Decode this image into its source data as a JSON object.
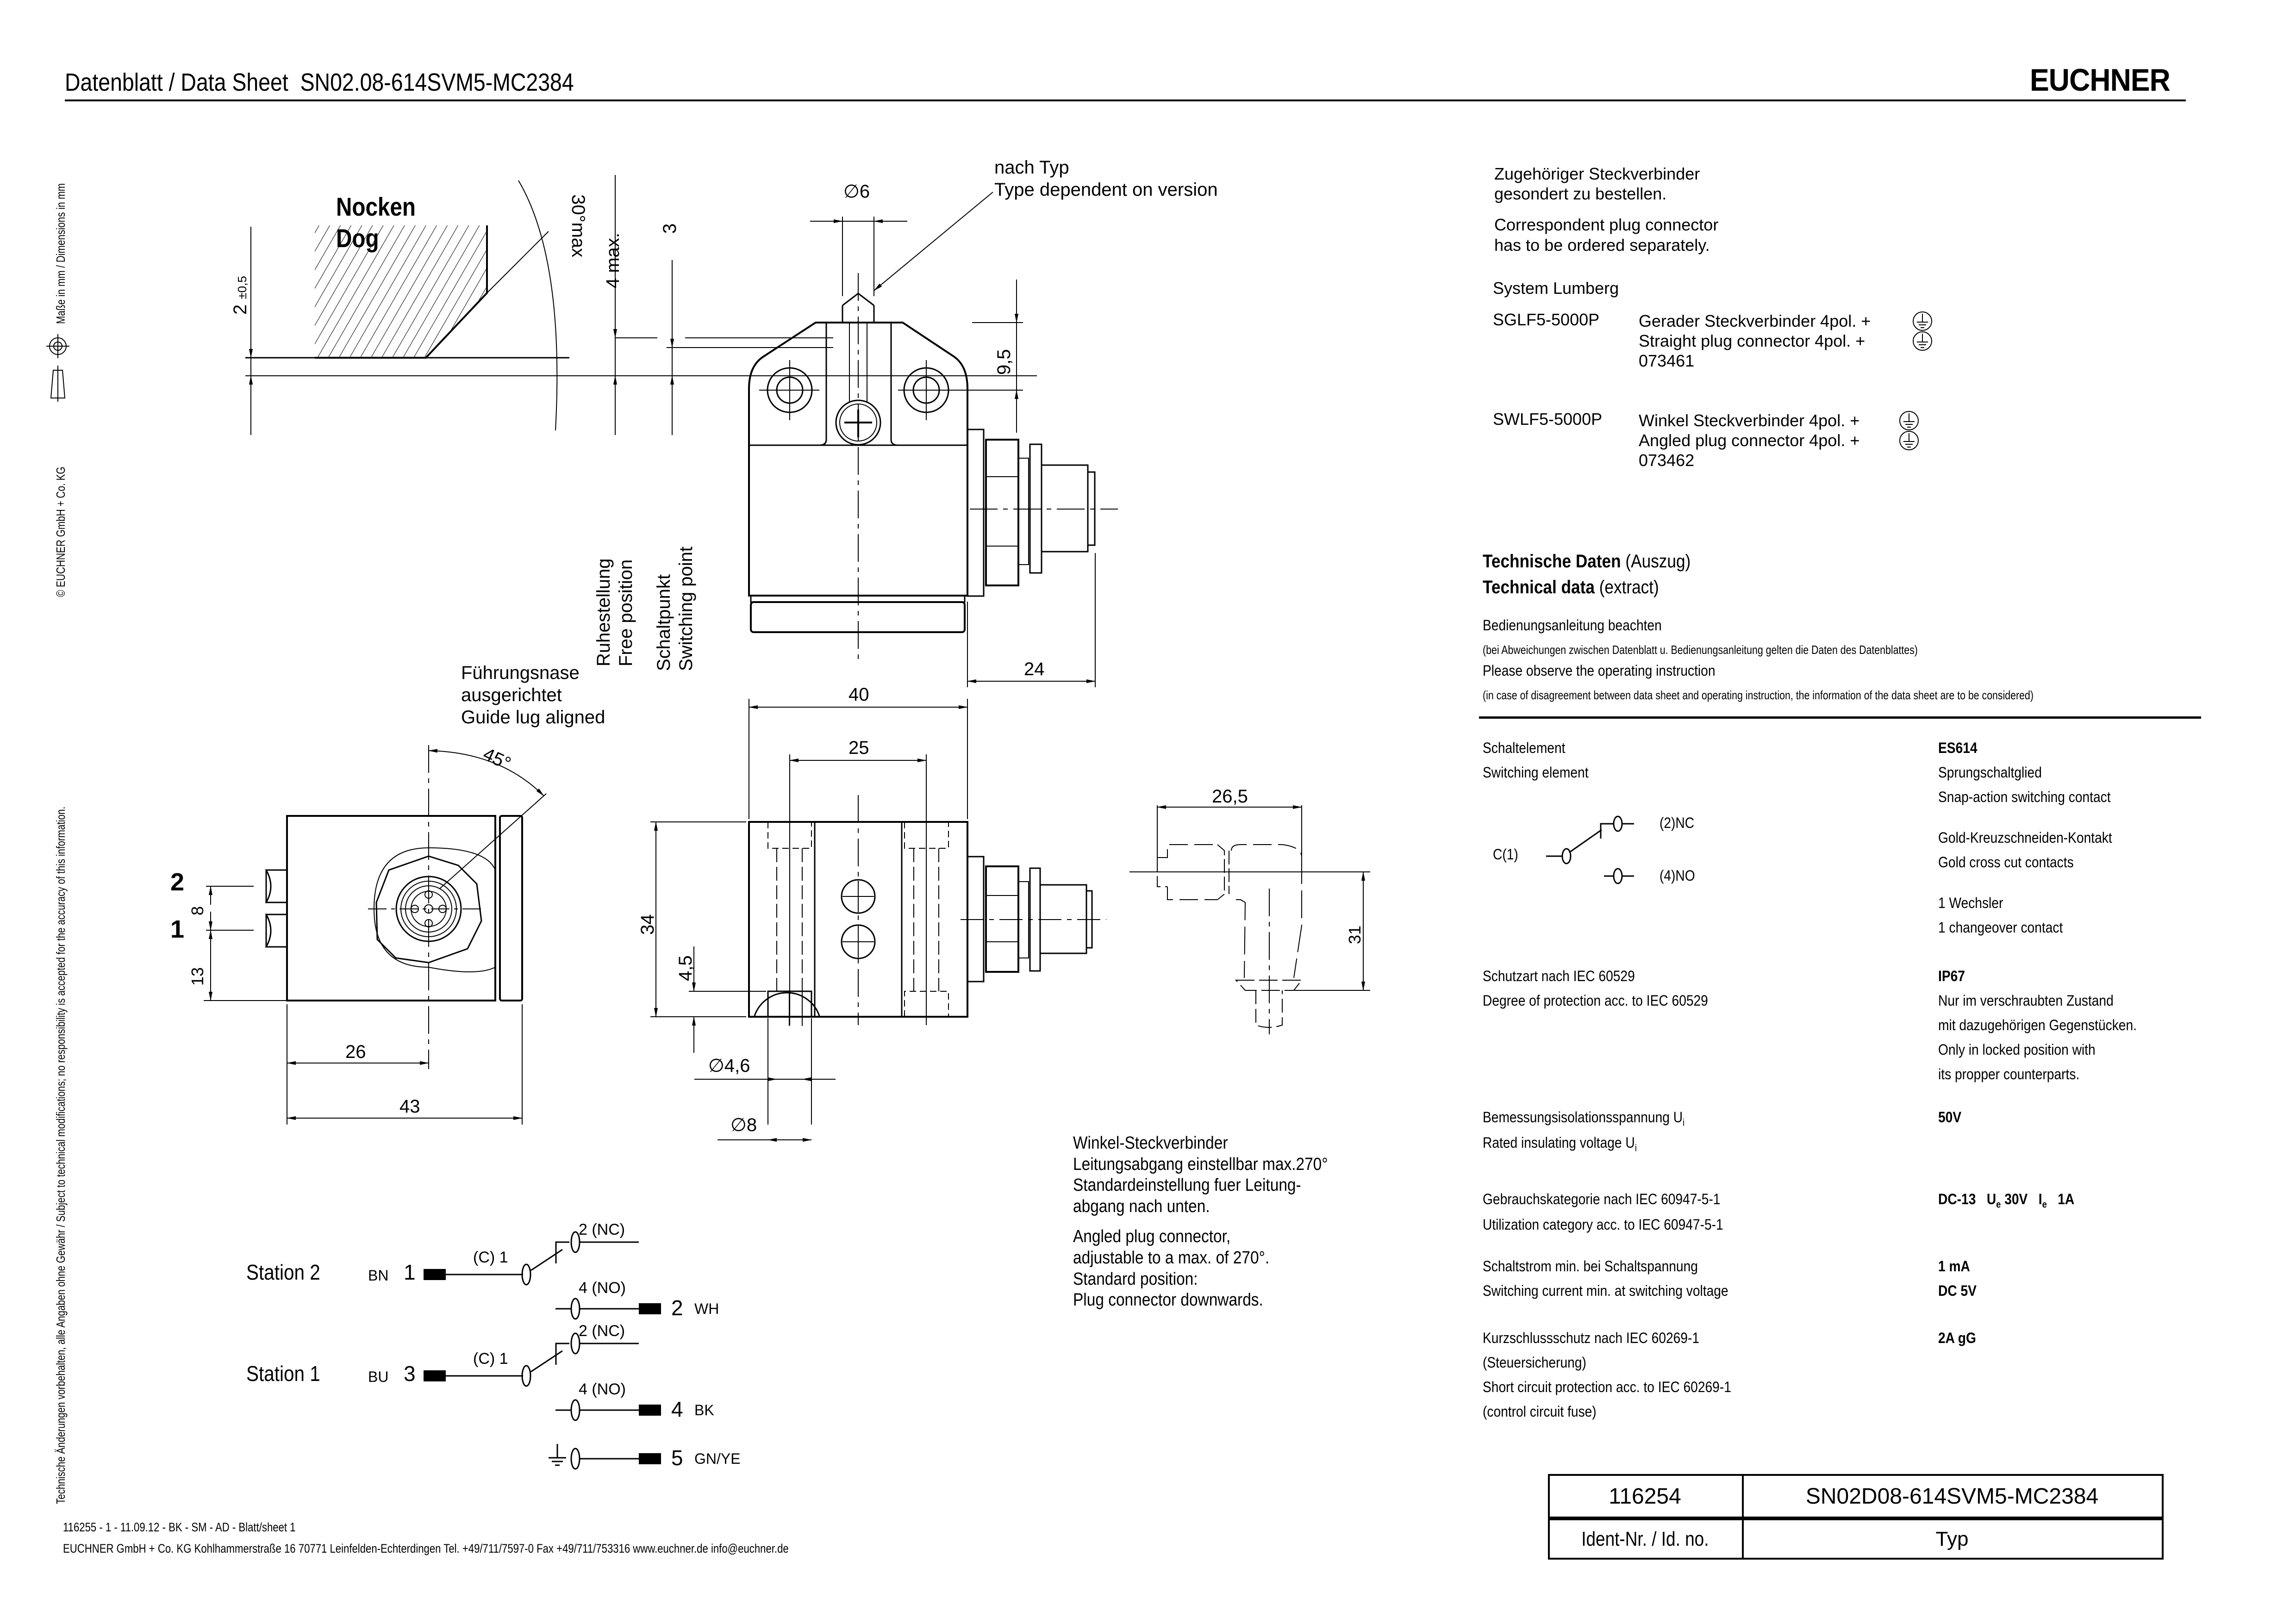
{
  "header": {
    "title_prefix": "Datenblatt / Data Sheet",
    "title_product": "SN02.08-614SVM5-MC2384",
    "logo": "EUCHNER"
  },
  "side_text": {
    "dimensions": "Maße in mm / Dimensions in mm",
    "copyright": "© EUCHNER GmbH + Co. KG",
    "disclaimer": "Technische Änderungen vorbehalten, alle Angaben ohne Gewähr / Subject to technical modifications;    no responsibility is accepted for the accuracy of this information.",
    "projection_icon": "first-angle-projection-icon"
  },
  "drawing": {
    "dog_label_de": "Nocken",
    "dog_label_en": "Dog",
    "dim_2": "2",
    "dim_2_tol": "±0,5",
    "angle_30": "30°max",
    "dim_4max": "4 max.",
    "dim_3": "3",
    "free_position_de": "Ruhestellung",
    "free_position_en": "Free position",
    "switching_point_de": "Schaltpunkt",
    "switching_point_en": "Switching point",
    "dia_6": "∅6",
    "type_note_de": "nach Typ",
    "type_note_en": "Type dependent on version",
    "dim_9_5": "9,5",
    "dim_24": "24",
    "guide_lug_1": "Führungsnase",
    "guide_lug_2": "ausgerichtet",
    "guide_lug_3": "Guide lug aligned",
    "angle_45": "45°",
    "station_label_2": "2",
    "station_label_1": "1",
    "dim_8": "8",
    "dim_13": "13",
    "dim_26": "26",
    "dim_43": "43",
    "dim_40": "40",
    "dim_25": "25",
    "dim_34": "34",
    "dim_4_5": "4,5",
    "dia_4_6": "∅4,6",
    "dia_8": "∅8",
    "dim_26_5": "26,5",
    "dim_31": "31",
    "angled_note_de": [
      "Winkel-Steckverbinder",
      "Leitungsabgang einstellbar max.270°",
      "Standardeinstellung fuer Leitung-",
      "abgang nach unten."
    ],
    "angled_note_en": [
      "Angled plug connector,",
      "adjustable to a max. of 270°.",
      "Standard position:",
      "Plug connector downwards."
    ]
  },
  "wiring": {
    "station2": {
      "label": "Station 2",
      "color": "BN",
      "pin": "1",
      "common": "(C) 1",
      "nc": "2 (NC)",
      "no": "4 (NO)",
      "out_pin": "2",
      "out_color": "WH"
    },
    "station1": {
      "label": "Station 1",
      "color": "BU",
      "pin": "3",
      "common": "(C) 1",
      "nc": "2 (NC)",
      "no": "4 (NO)",
      "out_pin": "4",
      "out_color": "BK"
    },
    "ground": {
      "pin": "5",
      "color": "GN/YE"
    }
  },
  "connector_info": {
    "note_de": [
      "Zugehöriger Steckverbinder",
      "gesondert zu bestellen."
    ],
    "note_en": [
      "Correspondent plug connector",
      "has to be ordered separately."
    ],
    "system": "System Lumberg",
    "items": [
      {
        "code": "SGLF5-5000P",
        "de": "Gerader Steckverbinder  4pol. +",
        "en": "Straight plug connector   4pol. +",
        "number": "073461"
      },
      {
        "code": "SWLF5-5000P",
        "de": "Winkel Steckverbinder  4pol. +",
        "en": "Angled plug connector  4pol. +",
        "number": "073462"
      }
    ]
  },
  "technical": {
    "heading_de_bold": "Technische Daten",
    "heading_de": " (Auszug)",
    "heading_en_bold": "Technical data",
    "heading_en": " (extract)",
    "instr_de": "Bedienungsanleitung beachten",
    "instr_de_note": "(bei Abweichungen zwischen Datenblatt  u. Bedienungsanleitung gelten die Daten des Datenblattes)",
    "instr_en": "Please observe the operating instruction",
    "instr_en_note": "(in case of disagreement between data sheet and operating instruction, the information of the data sheet are to be considered)",
    "switching_element": {
      "label_de": "Schaltelement",
      "label_en": "Switching element",
      "value": "ES614",
      "v1": "Sprungschaltglied",
      "v2": "Snap-action switching contact",
      "v3": "Gold-Kreuzschneiden-Kontakt",
      "v4": "Gold cross cut contacts",
      "v5": "1 Wechsler",
      "v6": "1 changeover contact",
      "sym_c": "C(1)",
      "sym_nc": "(2)NC",
      "sym_no": "(4)NO"
    },
    "protection": {
      "label_de": "Schutzart nach IEC 60529",
      "label_en": "Degree of protection acc. to IEC 60529",
      "value": "IP67",
      "v1": "Nur im verschraubten Zustand",
      "v2": "mit dazugehörigen Gegenstücken.",
      "v3": "Only in locked position with",
      "v4": "its propper counterparts."
    },
    "insulation": {
      "label_de": "Bemessungsisolationsspannung U",
      "label_en": "Rated insulating voltage U",
      "sub": "i",
      "value": "50V"
    },
    "utilization": {
      "label_de": "Gebrauchskategorie nach IEC 60947-5-1",
      "label_en": "Utilization category acc. to IEC 60947-5-1",
      "value_cat": "DC-13",
      "ue": "U",
      "ue_sub": "e",
      "ue_val": "30V",
      "ie": "I",
      "ie_sub": "e",
      "ie_val": "1A"
    },
    "switching_current": {
      "label_de": "Schaltstrom min. bei Schaltspannung",
      "label_en": "Switching current min. at switching voltage",
      "value1": "1 mA",
      "value2": "DC 5V"
    },
    "short_circuit": {
      "label_de": "Kurzschlussschutz nach IEC 60269-1",
      "label_de2": "(Steuersicherung)",
      "label_en": "Short circuit protection acc. to IEC 60269-1",
      "label_en2": "(control circuit fuse)",
      "value": "2A gG"
    }
  },
  "title_block": {
    "ident_no": "116254",
    "type": "SN02D08-614SVM5-MC2384",
    "ident_label": "Ident-Nr. / Id. no.",
    "type_label": "Typ"
  },
  "footer": {
    "line1": "116255 - 1 - 11.09.12 - BK - SM - AD - Blatt/sheet  1",
    "line2": "EUCHNER GmbH + Co. KG  Kohlhammerstraße 16   70771 Leinfelden-Echterdingen     Tel. +49/711/7597-0  Fax +49/711/753316  www.euchner.de  info@euchner.de"
  }
}
